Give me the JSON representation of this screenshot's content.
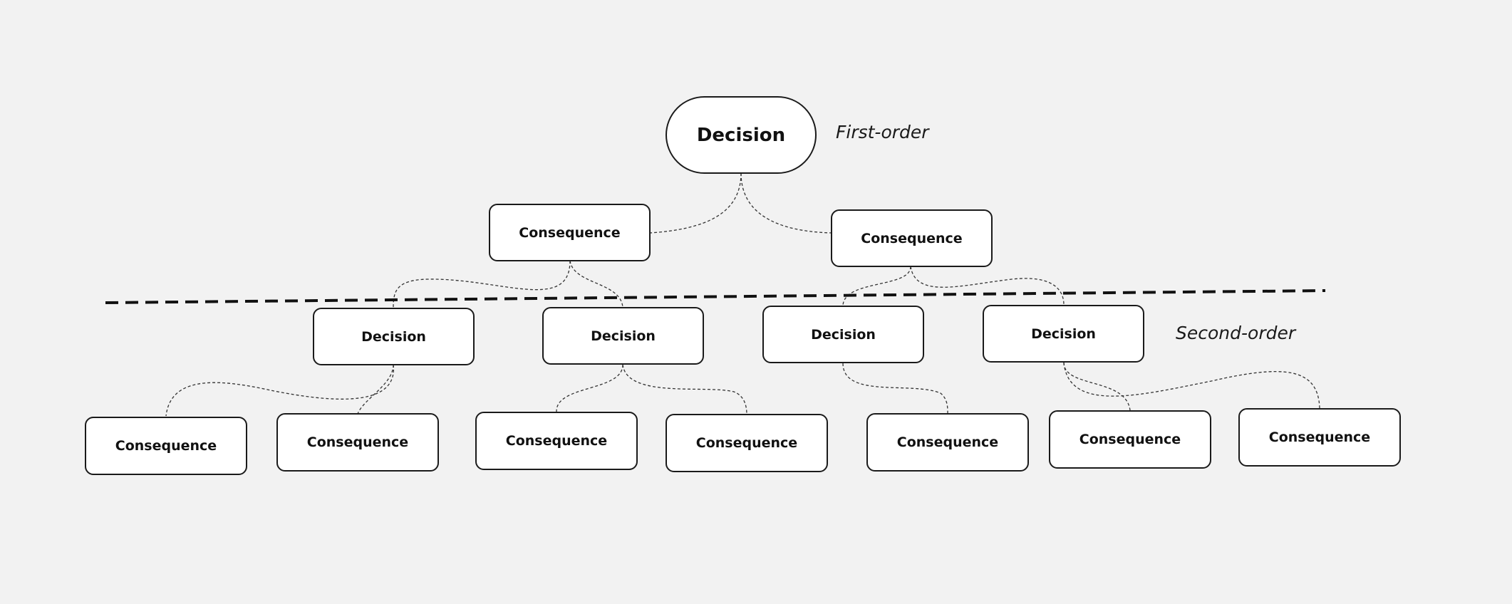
{
  "diagram": {
    "root": {
      "label": "Decision"
    },
    "first_level": [
      {
        "label": "Consequence"
      },
      {
        "label": "Consequence"
      }
    ],
    "second_level_decisions": [
      {
        "label": "Decision"
      },
      {
        "label": "Decision"
      },
      {
        "label": "Decision"
      },
      {
        "label": "Decision"
      }
    ],
    "second_level_consequences": [
      {
        "label": "Consequence"
      },
      {
        "label": "Consequence"
      },
      {
        "label": "Consequence"
      },
      {
        "label": "Consequence"
      },
      {
        "label": "Consequence"
      },
      {
        "label": "Consequence"
      },
      {
        "label": "Consequence"
      }
    ],
    "annotations": {
      "first_order": "First-order",
      "second_order": "Second-order"
    }
  },
  "colors": {
    "background": "#f2f2f2",
    "node_fill": "#ffffff",
    "stroke": "#1a1a1a"
  }
}
